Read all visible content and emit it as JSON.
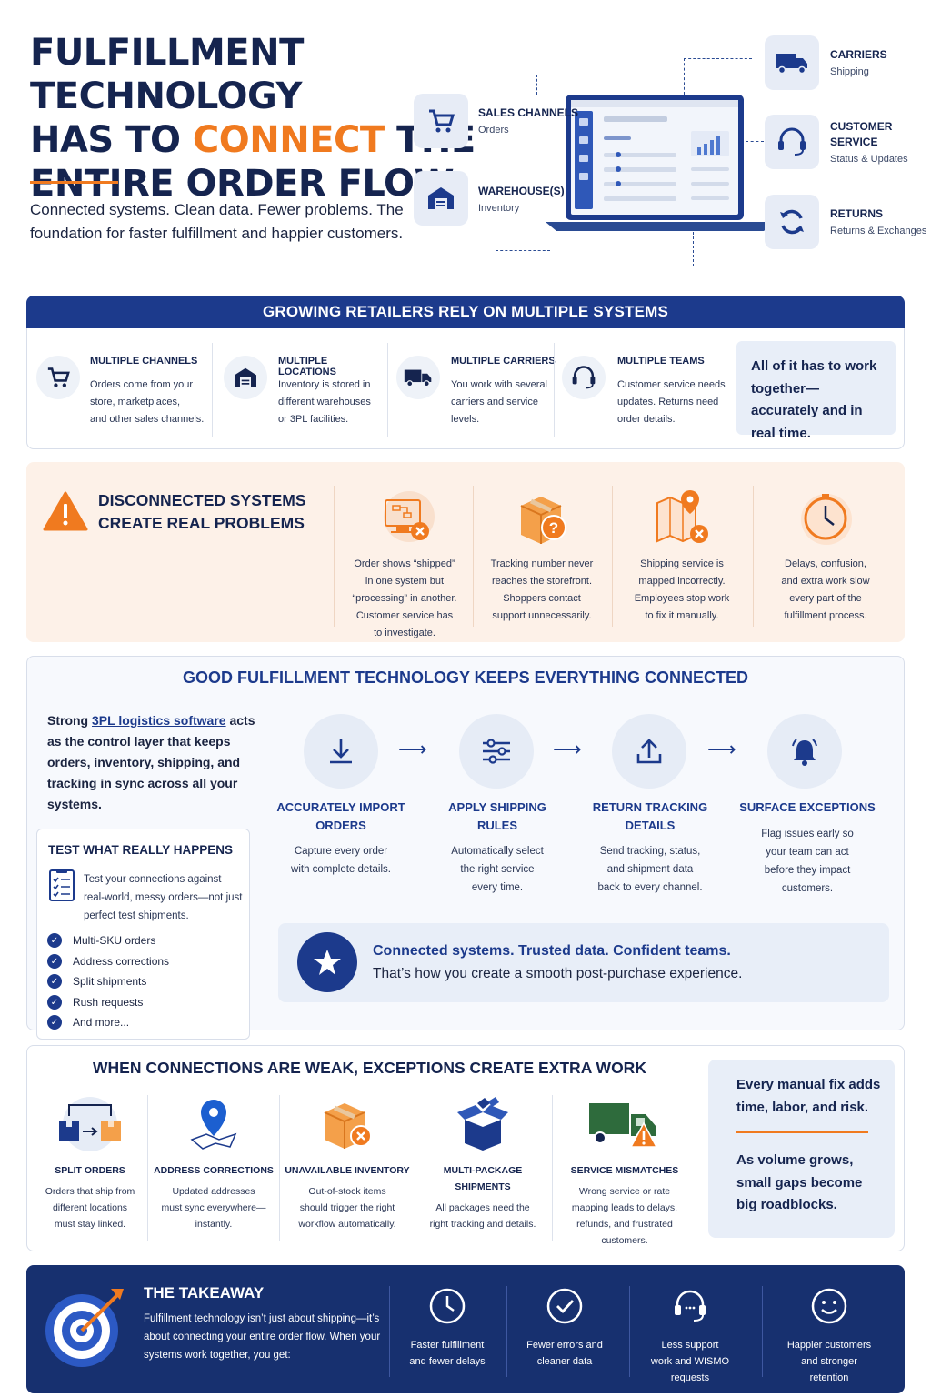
{
  "hero": {
    "title_line1": "FULFILLMENT TECHNOLOGY",
    "title_line2_a": "HAS TO ",
    "title_line2_accent": "CONNECT",
    "title_line2_b": " THE",
    "title_line3": "ENTIRE ORDER FLOW",
    "subtitle": "Connected systems. Clean data. Fewer problems. The foundation for faster fulfillment and happier customers."
  },
  "diagram": {
    "sales_channels": {
      "label": "SALES CHANNELS",
      "sub": "Orders",
      "icon": "cart-icon"
    },
    "warehouses": {
      "label": "WAREHOUSE(S)",
      "sub": "Inventory",
      "icon": "warehouse-icon"
    },
    "carriers": {
      "label": "CARRIERS",
      "sub": "Shipping",
      "icon": "truck-icon"
    },
    "customer_service": {
      "label_1": "CUSTOMER",
      "label_2": "SERVICE",
      "sub": "Status & Updates",
      "icon": "headset-icon"
    },
    "returns": {
      "label": "RETURNS",
      "sub": "Returns & Exchanges",
      "icon": "refresh-icon"
    }
  },
  "systems": {
    "header": "GROWING RETAILERS RELY ON MULTIPLE SYSTEMS",
    "items": [
      {
        "title": "MULTIPLE CHANNELS",
        "l1": "Orders come from your",
        "l2": "store, marketplaces,",
        "l3": "and other sales channels.",
        "icon": "cart-icon"
      },
      {
        "title": "MULTIPLE LOCATIONS",
        "l1": "Inventory is stored in",
        "l2": "different warehouses",
        "l3": "or 3PL facilities.",
        "icon": "warehouse-icon"
      },
      {
        "title": "MULTIPLE CARRIERS",
        "l1": "You work with several",
        "l2": "carriers and service",
        "l3": "levels.",
        "icon": "truck-icon"
      },
      {
        "title": "MULTIPLE TEAMS",
        "l1": "Customer service needs",
        "l2": "updates. Returns need",
        "l3": "order details.",
        "icon": "headset-icon"
      }
    ],
    "callout": "All of it has to work together—accurately and in real time."
  },
  "problems": {
    "title_1": "DISCONNECTED SYSTEMS",
    "title_2": "CREATE REAL PROBLEMS",
    "items": [
      {
        "l1": "Order shows “shipped”",
        "l2": "in one system but",
        "l3": "“processing” in another.",
        "l4": "Customer service has",
        "l5": "to investigate.",
        "icon": "monitor-error-icon"
      },
      {
        "l1": "Tracking number never",
        "l2": "reaches the storefront.",
        "l3": "Shoppers contact",
        "l4": "support unnecessarily.",
        "l5": "",
        "icon": "box-question-icon"
      },
      {
        "l1": "Shipping service is",
        "l2": "mapped incorrectly.",
        "l3": "Employees stop work",
        "l4": "to fix it manually.",
        "l5": "",
        "icon": "map-error-icon"
      },
      {
        "l1": "Delays, confusion,",
        "l2": "and extra work slow",
        "l3": "every part of the",
        "l4": "fulfillment process.",
        "l5": "",
        "icon": "clock-icon"
      }
    ]
  },
  "connected": {
    "title": "GOOD FULFILLMENT TECHNOLOGY KEEPS EVERYTHING CONNECTED",
    "intro_a": "Strong ",
    "intro_link": "3PL logistics software",
    "intro_b": " acts as the control layer that keeps orders, inventory, shipping, and tracking in sync across all your systems.",
    "test": {
      "title": "TEST WHAT REALLY HAPPENS",
      "text": "Test your connections against real-world, messy orders—not just perfect test shipments.",
      "checks": [
        "Multi-SKU orders",
        "Address corrections",
        "Split shipments",
        "Rush requests",
        "And more..."
      ]
    },
    "steps": [
      {
        "h1": "ACCURATELY IMPORT",
        "h2": "ORDERS",
        "p1": "Capture every order",
        "p2": "with complete details.",
        "p3": "",
        "p4": "",
        "icon": "download-icon"
      },
      {
        "h1": "APPLY SHIPPING",
        "h2": "RULES",
        "p1": "Automatically select",
        "p2": "the right service",
        "p3": "every time.",
        "p4": "",
        "icon": "sliders-icon"
      },
      {
        "h1": "RETURN TRACKING",
        "h2": "DETAILS",
        "p1": "Send tracking, status,",
        "p2": "and shipment data",
        "p3": "back to every channel.",
        "p4": "",
        "icon": "upload-icon"
      },
      {
        "h1": "SURFACE EXCEPTIONS",
        "h2": "",
        "p1": "Flag issues early so",
        "p2": "your team can act",
        "p3": "before they impact",
        "p4": "customers.",
        "icon": "bell-icon"
      }
    ],
    "banner_1": "Connected systems. Trusted data. Confident teams.",
    "banner_2": "That’s how you create a smooth post-purchase experience."
  },
  "exceptions": {
    "title": "WHEN CONNECTIONS ARE WEAK, EXCEPTIONS CREATE EXTRA WORK",
    "items": [
      {
        "h1": "SPLIT ORDERS",
        "h2": "",
        "p1": "Orders that ship from",
        "p2": "different locations",
        "p3": "must stay linked.",
        "p4": "",
        "icon": "split-boxes-icon"
      },
      {
        "h1": "ADDRESS CORRECTIONS",
        "h2": "",
        "p1": "Updated addresses",
        "p2": "must sync everywhere—",
        "p3": "instantly.",
        "p4": "",
        "icon": "map-pin-icon"
      },
      {
        "h1": "UNAVAILABLE INVENTORY",
        "h2": "",
        "p1": "Out-of-stock items",
        "p2": "should trigger the right",
        "p3": "workflow automatically.",
        "p4": "",
        "icon": "box-x-icon"
      },
      {
        "h1": "MULTI-PACKAGE",
        "h2": "SHIPMENTS",
        "p1": "All packages need the",
        "p2": "right tracking and details.",
        "p3": "",
        "p4": "",
        "icon": "open-box-icon"
      },
      {
        "h1": "SERVICE MISMATCHES",
        "h2": "",
        "p1": "Wrong service or rate",
        "p2": "mapping leads to delays,",
        "p3": "refunds, and frustrated",
        "p4": "customers.",
        "icon": "truck-warning-icon"
      }
    ],
    "callout_1": "Every manual fix adds time, labor, and risk.",
    "callout_2": "As volume grows, small gaps become big roadblocks."
  },
  "takeaway": {
    "title": "THE TAKEAWAY",
    "text": "Fulfillment technology isn’t just about shipping—it’s about connecting your entire order flow. When your systems work together, you get:",
    "items": [
      {
        "l1": "Faster fulfillment",
        "l2": "and fewer delays",
        "l3": "",
        "icon": "clock-icon"
      },
      {
        "l1": "Fewer errors and",
        "l2": "cleaner data",
        "l3": "",
        "icon": "check-circle-icon"
      },
      {
        "l1": "Less support",
        "l2": "work and WISMO",
        "l3": "requests",
        "icon": "headset-icon"
      },
      {
        "l1": "Happier customers",
        "l2": "and stronger",
        "l3": "retention",
        "icon": "smiley-icon"
      }
    ]
  },
  "colors": {
    "navy": "#1c3a8c",
    "dark_navy": "#17306f",
    "accent": "#f07a1f",
    "light_blue": "#e8eef8",
    "peach": "#fdf1e8"
  }
}
